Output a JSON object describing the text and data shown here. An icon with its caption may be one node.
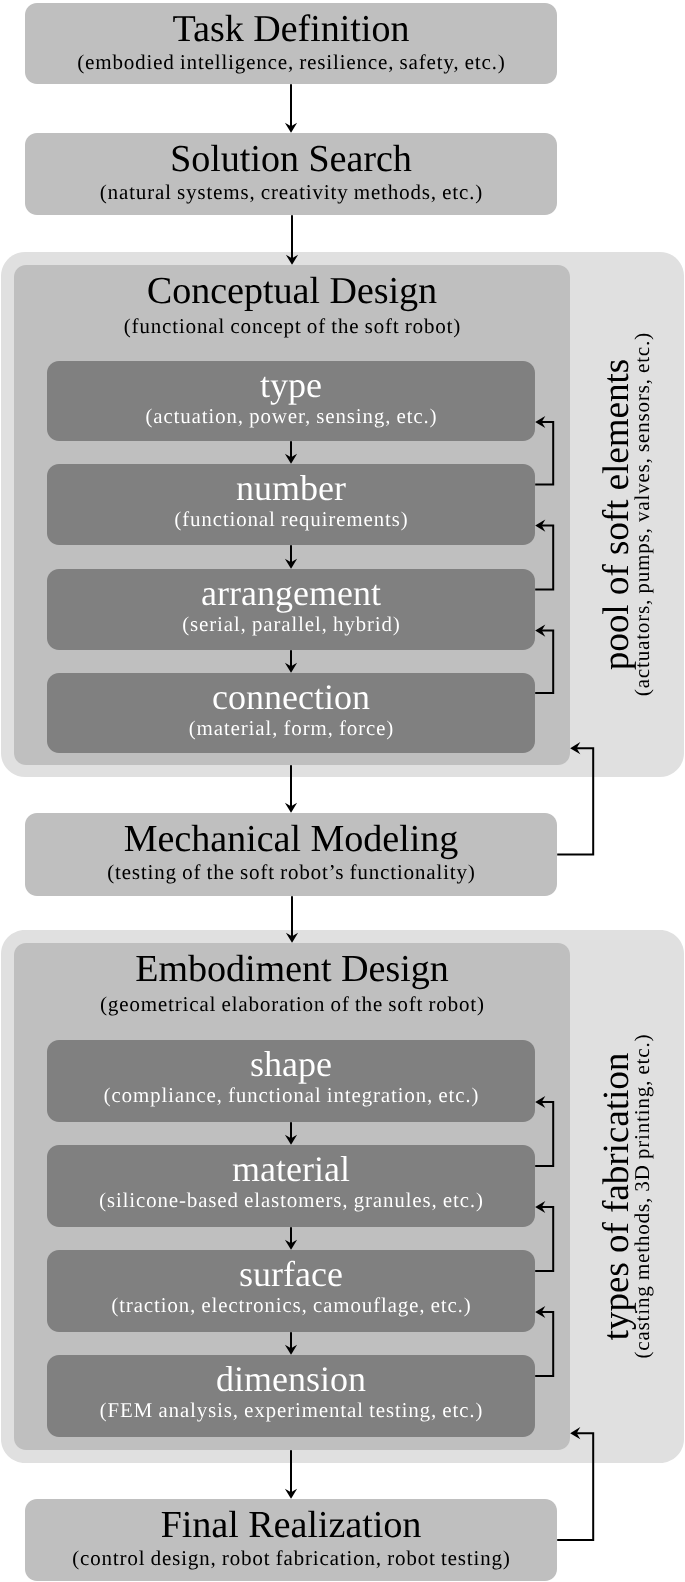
{
  "diagram": {
    "nodes": [
      {
        "text": [
          "Task Definition",
          "(embodied intelligence, resilience, safety, etc.)"
        ]
      },
      {
        "text": [
          "Solution Search",
          "(natural systems, creativity methods, etc.)"
        ]
      },
      {
        "text": [
          "pool of soft elements",
          "(actuators, pumps, valves, sensors, etc.)"
        ]
      },
      {
        "text": [
          "Conceptual Design",
          "(functional concept of the soft robot)"
        ],
        "in": 2
      },
      {
        "text": [
          "type",
          "(actuation, power, sensing, etc.)"
        ],
        "in": 3
      },
      {
        "text": [
          "number",
          "(functional requirements)"
        ],
        "in": 3
      },
      {
        "text": [
          "arrangement",
          "(serial, parallel, hybrid)"
        ],
        "in": 3
      },
      {
        "text": [
          "connection",
          "(material, form, force)"
        ],
        "in": 3
      },
      {
        "text": [
          "Mechanical Modeling",
          "(testing of the soft robot’s functionality)"
        ]
      },
      {
        "text": [
          "types of fabrication",
          "(casting methods, 3D printing, etc.)"
        ]
      },
      {
        "text": [
          "Embodiment Design",
          "(geometrical elaboration of the soft robot)"
        ],
        "in": 9
      },
      {
        "text": [
          "shape",
          "(compliance, functional integration, etc.)"
        ],
        "in": 10
      },
      {
        "text": [
          "material",
          "(silicone-based elastomers, granules, etc.)"
        ],
        "in": 10
      },
      {
        "text": [
          "surface",
          "(traction, electronics, camouflage, etc.)"
        ],
        "in": 10
      },
      {
        "text": [
          "dimension",
          "(FEM analysis, experimental testing, etc.)"
        ],
        "in": 10
      },
      {
        "text": [
          "Final Realization",
          "(control design, robot fabrication, robot testing)"
        ]
      }
    ],
    "edges": [
      {
        "from": 0,
        "to": 1,
        "arrow": "to"
      },
      {
        "from": 1,
        "to": 3,
        "arrow": "to"
      },
      {
        "from": 4,
        "to": 5,
        "arrow": "to"
      },
      {
        "from": 5,
        "to": 6,
        "arrow": "to"
      },
      {
        "from": 6,
        "to": 7,
        "arrow": "to"
      },
      {
        "from": 5,
        "to": 4,
        "arrow": "to"
      },
      {
        "from": 6,
        "to": 5,
        "arrow": "to"
      },
      {
        "from": 7,
        "to": 6,
        "arrow": "to"
      },
      {
        "from": 3,
        "to": 8,
        "arrow": "to"
      },
      {
        "from": 8,
        "to": 3,
        "arrow": "to"
      },
      {
        "from": 8,
        "to": 10,
        "arrow": "to"
      },
      {
        "from": 11,
        "to": 12,
        "arrow": "to"
      },
      {
        "from": 12,
        "to": 13,
        "arrow": "to"
      },
      {
        "from": 13,
        "to": 14,
        "arrow": "to"
      },
      {
        "from": 12,
        "to": 11,
        "arrow": "to"
      },
      {
        "from": 13,
        "to": 12,
        "arrow": "to"
      },
      {
        "from": 14,
        "to": 13,
        "arrow": "to"
      },
      {
        "from": 10,
        "to": 15,
        "arrow": "to"
      },
      {
        "from": 15,
        "to": 10,
        "arrow": "to"
      }
    ]
  }
}
